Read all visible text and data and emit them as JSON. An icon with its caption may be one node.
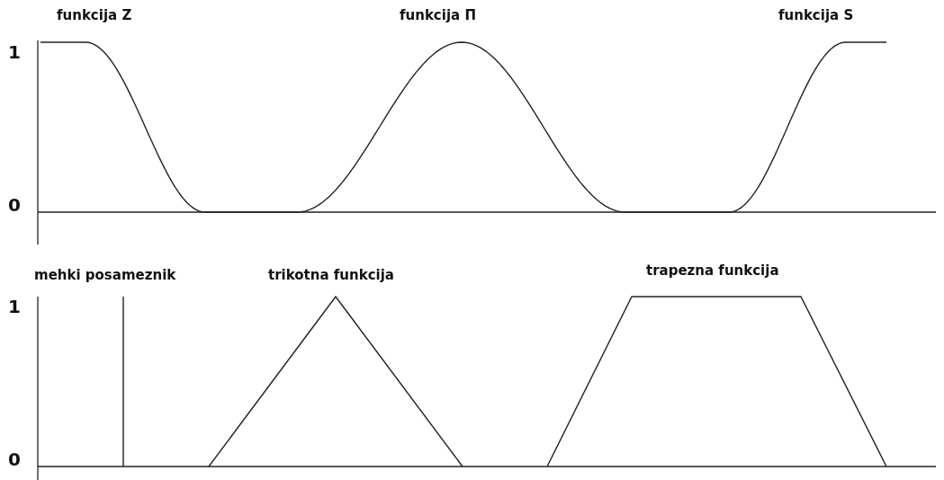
{
  "diagram": {
    "labels": [
      "funkcija Z",
      "funkcija Π",
      "funkcija S",
      "1",
      "0",
      "mehki posameznik",
      "trikotna funkcija",
      "trapezna funkcija",
      "1",
      "0"
    ]
  }
}
